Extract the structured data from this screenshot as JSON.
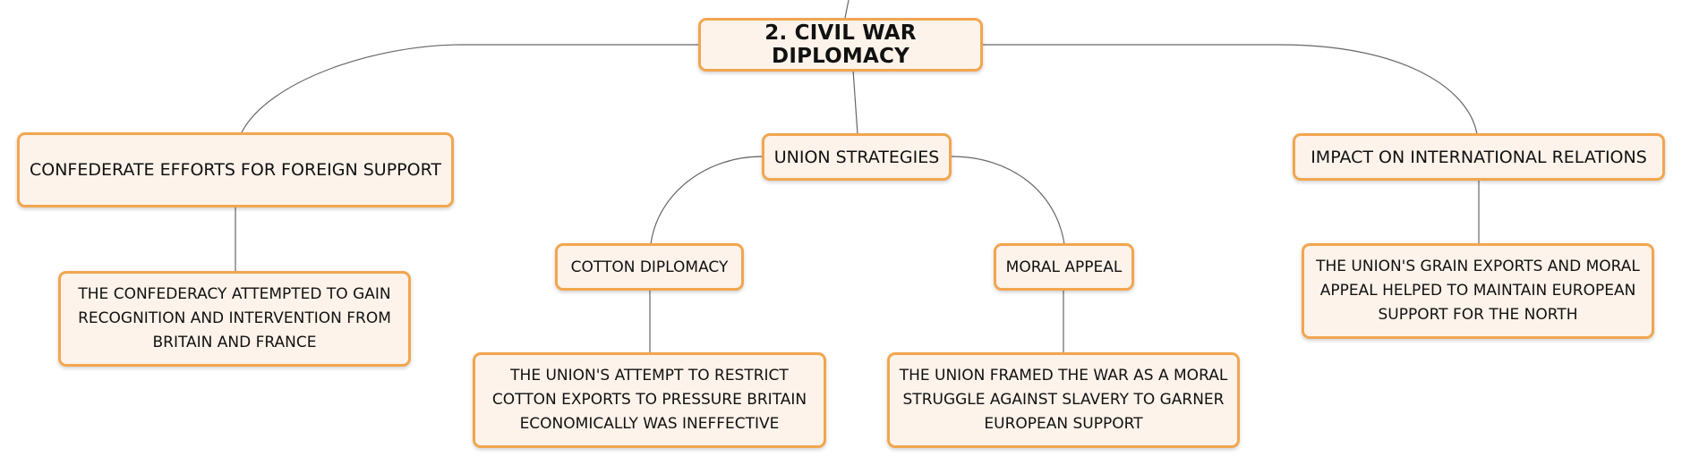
{
  "mindmap": {
    "root": {
      "label": "2. CIVIL WAR DIPLOMACY"
    },
    "confederate": {
      "label": "CONFEDERATE EFFORTS FOR FOREIGN SUPPORT",
      "detail": "THE CONFEDERACY ATTEMPTED TO GAIN RECOGNITION AND INTERVENTION FROM BRITAIN AND FRANCE"
    },
    "union": {
      "label": "UNION STRATEGIES",
      "cotton": {
        "label": "COTTON DIPLOMACY",
        "detail": "THE UNION'S ATTEMPT TO RESTRICT COTTON EXPORTS TO PRESSURE BRITAIN ECONOMICALLY WAS INEFFECTIVE"
      },
      "moral": {
        "label": "MORAL APPEAL",
        "detail": "THE UNION FRAMED THE WAR AS A MORAL STRUGGLE AGAINST SLAVERY TO GARNER EUROPEAN SUPPORT"
      }
    },
    "impact": {
      "label": "IMPACT ON INTERNATIONAL RELATIONS",
      "detail": "THE UNION'S GRAIN EXPORTS AND MORAL APPEAL HELPED TO MAINTAIN EUROPEAN SUPPORT FOR THE NORTH"
    }
  },
  "colors": {
    "node_fill": "#fdf3ea",
    "node_border": "#f2a64f",
    "connector": "#666666",
    "text": "#111111"
  }
}
